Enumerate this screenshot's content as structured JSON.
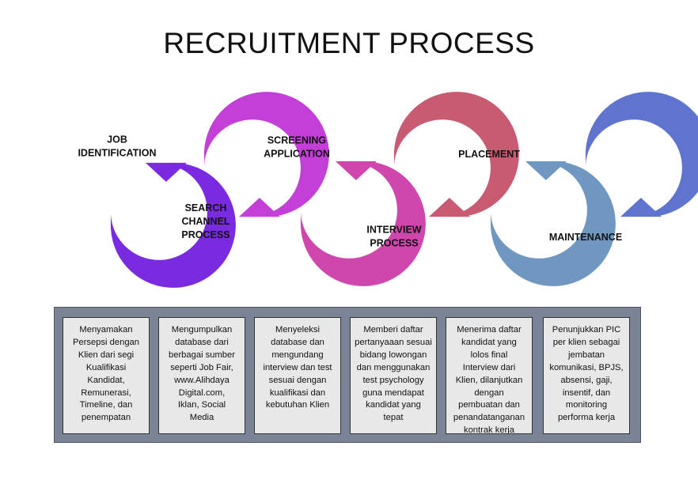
{
  "title": "RECRUITMENT PROCESS",
  "stages": [
    {
      "label_lines": [
        "JOB",
        "IDENTIFICATION"
      ],
      "color": "#7a2be0"
    },
    {
      "label_lines": [
        "SEARCH",
        "CHANNEL",
        "PROCESS"
      ],
      "color": "#c33fd8"
    },
    {
      "label_lines": [
        "SCREENING",
        "APPLICATION"
      ],
      "color": "#cf47ad"
    },
    {
      "label_lines": [
        "INTERVIEW",
        "PROCESS"
      ],
      "color": "#c85a72"
    },
    {
      "label_lines": [
        "PLACEMENT"
      ],
      "color": "#6f97c0"
    },
    {
      "label_lines": [
        "MAINTENANCE"
      ],
      "color": "#5e74cf"
    }
  ],
  "descriptions": [
    "Menyamakan\nPersepsi dengan\nKlien dari segi\nKualifikasi\nKandidat,\nRemunerasi,\nTimeline, dan\npenempatan",
    "Mengumpulkan\ndatabase dari\nberbagai sumber\nseperti Job Fair,\nwww.Alihdaya\nDigital.com,\nIklan, Social\nMedia",
    "Menyeleksi\ndatabase dan\nmengundang\ninterview dan test\nsesuai  dengan\nkualifikasi dan\nkebutuhan Klien",
    "Memberi daftar\npertanyaaan sesuai\nbidang lowongan\ndan menggunakan\ntest psychology\nguna mendapat\nkandidat yang\ntepat",
    "Menerima daftar\nkandidat yang\nlolos final\nInterview dari\nKlien, dilanjutkan\ndengan\npembuatan dan\npenandatanganan\nkontrak kerja",
    "Penunjukkan PIC\nper klien sebagai\njembatan\nkomunikasi,  BPJS,\nabsensi, gaji,\ninsentif, dan\nmonitoring\nperforma kerja"
  ]
}
